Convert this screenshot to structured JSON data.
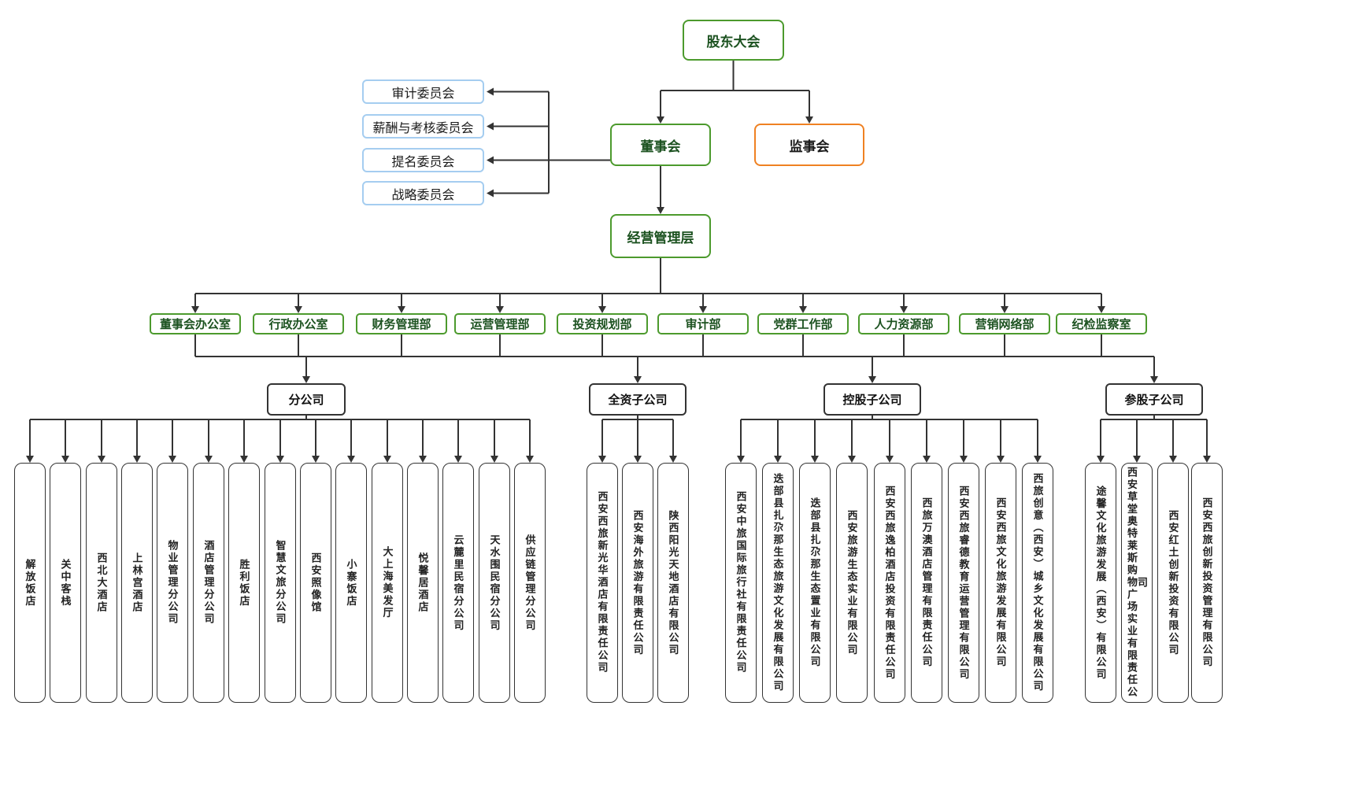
{
  "colors": {
    "green_border": "#4c9a2d",
    "green_text": "#1c5220",
    "orange_border": "#ef8122",
    "blue_border": "#a5cdf0",
    "line": "#333333"
  },
  "top": {
    "shareholders": "股东大会",
    "board": "董事会",
    "supervisory": "监事会",
    "management": "经营管理层"
  },
  "committees": [
    "审计委员会",
    "薪酬与考核委员会",
    "提名委员会",
    "战略委员会"
  ],
  "departments": [
    "董事会办公室",
    "行政办公室",
    "财务管理部",
    "运营管理部",
    "投资规划部",
    "审计部",
    "党群工作部",
    "人力资源部",
    "营销网络部",
    "纪检监察室"
  ],
  "groups": [
    {
      "label": "分公司",
      "children": [
        "解放饭店",
        "关中客栈",
        "西北大酒店",
        "上林宫酒店",
        "物业管理分公司",
        "酒店管理分公司",
        "胜利饭店",
        "智慧文旅分公司",
        "西安照像馆",
        "小寨饭店",
        "大上海美发厅",
        "悦馨居酒店",
        "云麓里民宿分公司",
        "天水围民宿分公司",
        "供应链管理分公司"
      ]
    },
    {
      "label": "全资子公司",
      "children": [
        "西安西旅新光华酒店有限责任公司",
        "西安海外旅游有限责任公司",
        "陕西阳光天地酒店有限公司"
      ]
    },
    {
      "label": "控股子公司",
      "children": [
        "西安中旅国际旅行社有限责任公司",
        "迭部县扎尕那生态旅游文化发展有限公司",
        "迭部县扎尕那生态置业有限公司",
        "西安旅游生态实业有限公司",
        "西安西旅逸柏酒店投资有限责任公司",
        "西旅万澳酒店管理有限责任公司",
        "西安西旅睿德教育运营管理有限公司",
        "西安西旅文化旅游发展有限公司",
        "西旅创意（西安）城乡文化发展有限公司"
      ]
    },
    {
      "label": "参股子公司",
      "children": [
        "途馨文化旅游发展（西安）有限公司",
        "西安草堂奥特莱斯购物广场实业有限责任公司",
        "西安红土创新投资有限公司",
        "西安西旅创新投资管理有限公司"
      ]
    }
  ]
}
